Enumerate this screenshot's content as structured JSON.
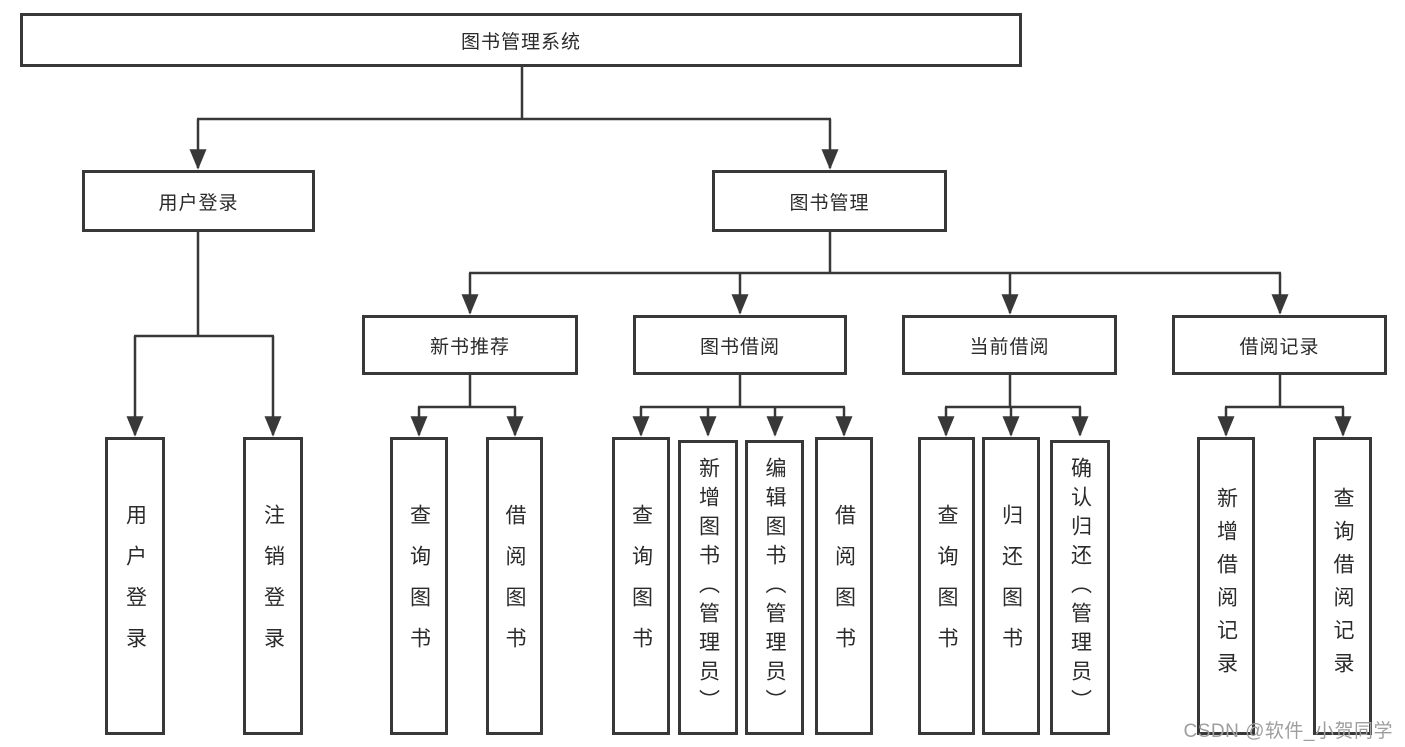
{
  "diagram_type": "hierarchy-tree",
  "tree": {
    "label": "图书管理系统",
    "children": [
      {
        "label": "用户登录",
        "children": [
          {
            "label": "用户登录"
          },
          {
            "label": "注销登录"
          }
        ]
      },
      {
        "label": "图书管理",
        "children": [
          {
            "label": "新书推荐",
            "children": [
              {
                "label": "查询图书"
              },
              {
                "label": "借阅图书"
              }
            ]
          },
          {
            "label": "图书借阅",
            "children": [
              {
                "label": "查询图书"
              },
              {
                "label": "新增图书（管理员）"
              },
              {
                "label": "编辑图书（管理员）"
              },
              {
                "label": "借阅图书"
              }
            ]
          },
          {
            "label": "当前借阅",
            "children": [
              {
                "label": "查询图书"
              },
              {
                "label": "归还图书"
              },
              {
                "label": "确认归还（管理员）"
              }
            ]
          },
          {
            "label": "借阅记录",
            "children": [
              {
                "label": "新增借阅记录"
              },
              {
                "label": "查询借阅记录"
              }
            ]
          }
        ]
      }
    ]
  },
  "watermark": "CSDN @软件_小贺同学",
  "colors": {
    "line": "#383838",
    "box_border": "#383838",
    "text": "#2b2b2b",
    "background": "#ffffff",
    "watermark": "#9e9e9e"
  }
}
